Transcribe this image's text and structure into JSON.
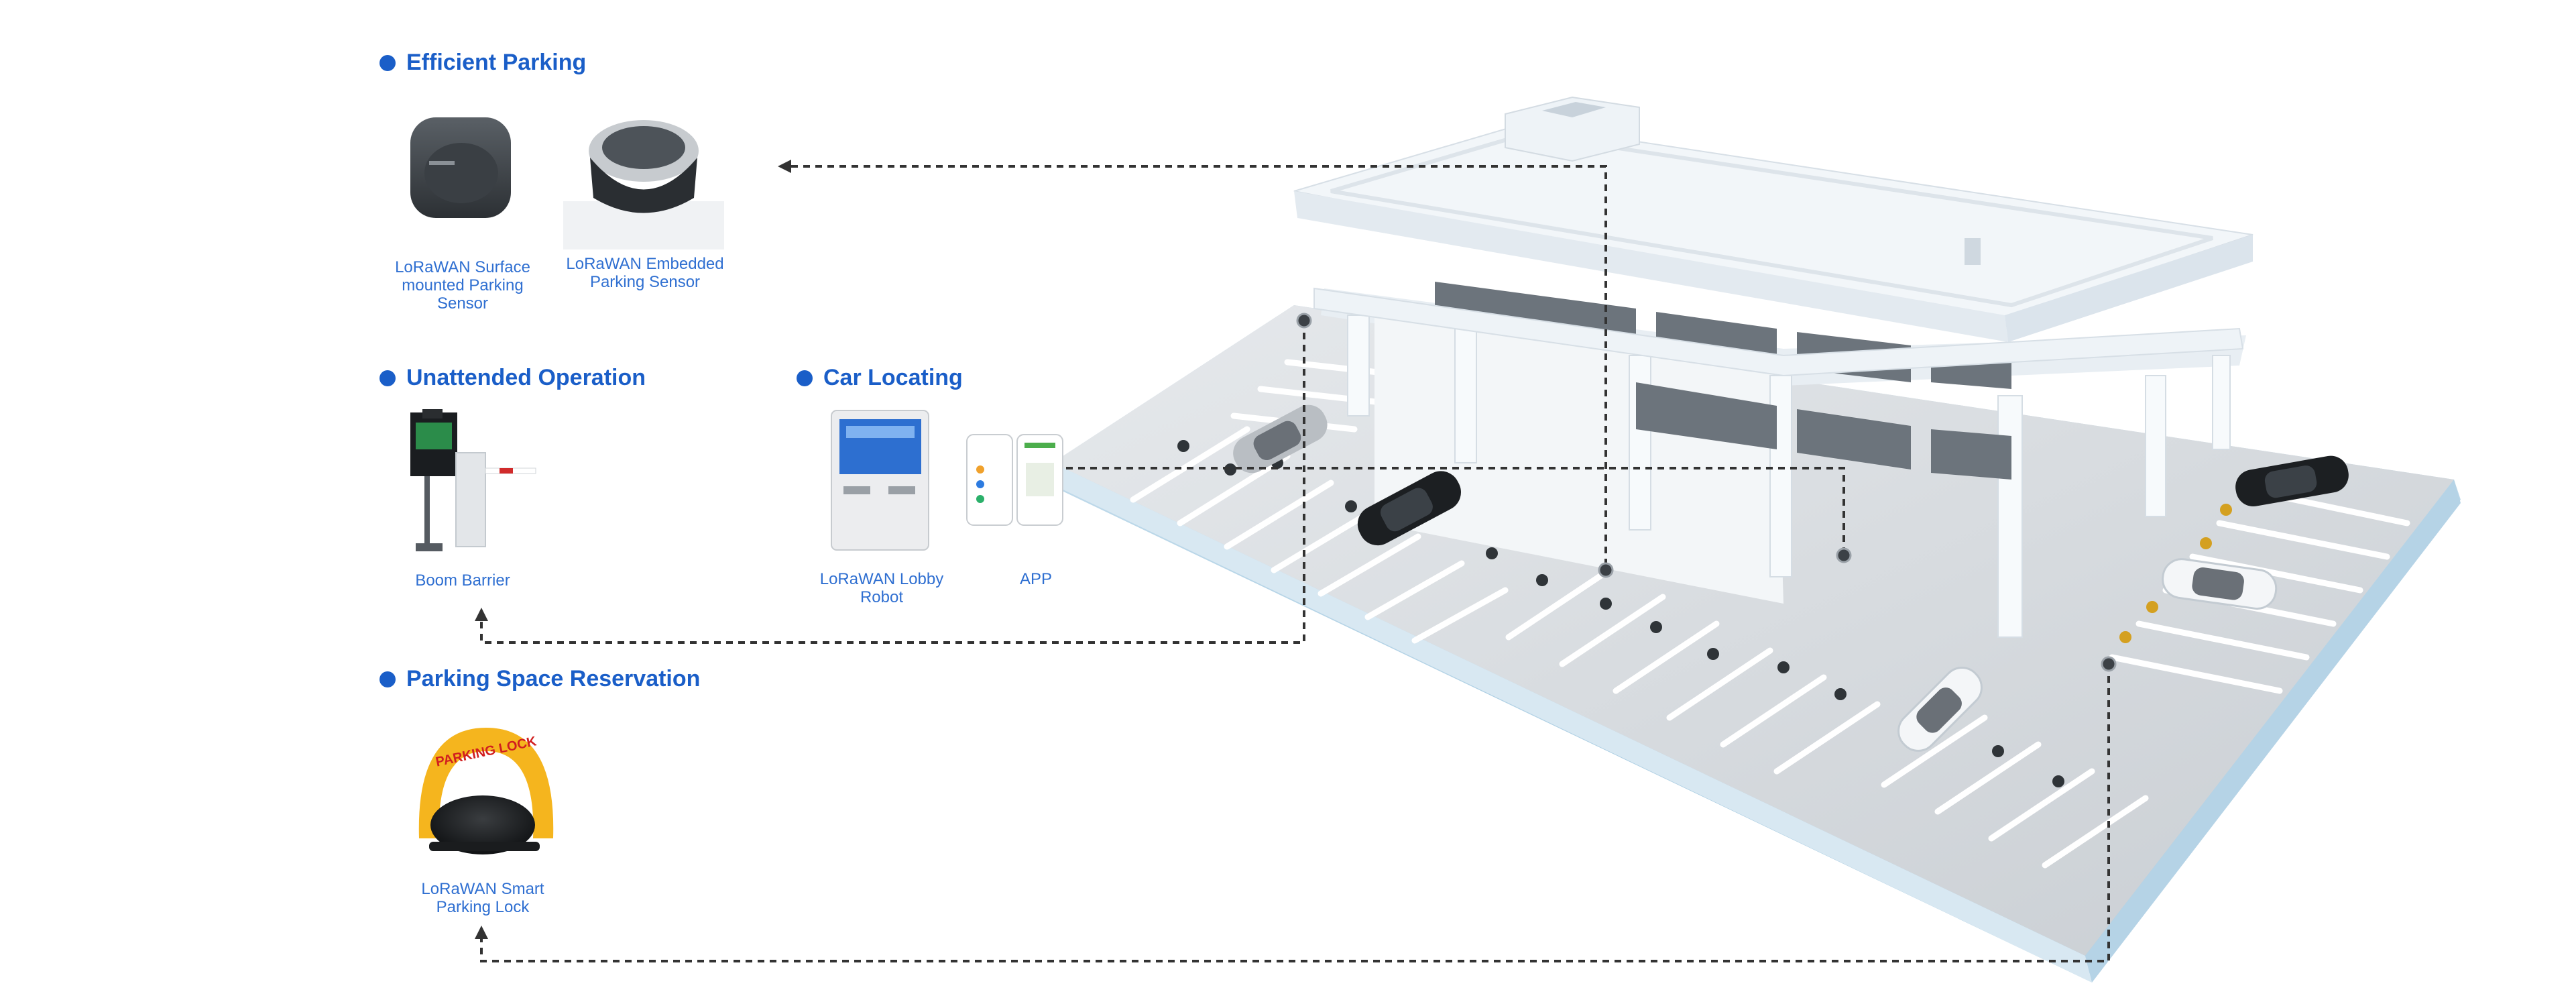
{
  "sections": {
    "efficient_parking": {
      "title": "Efficient Parking",
      "items": [
        {
          "caption": "LoRaWAN Surface mounted Parking Sensor"
        },
        {
          "caption": "LoRaWAN Embedded Parking Sensor"
        }
      ]
    },
    "unattended_operation": {
      "title": "Unattended Operation",
      "items": [
        {
          "caption": "Boom Barrier"
        }
      ]
    },
    "car_locating": {
      "title": "Car Locating",
      "items": [
        {
          "caption": "LoRaWAN Lobby Robot"
        },
        {
          "caption": "APP"
        }
      ]
    },
    "parking_space_reservation": {
      "title": "Parking Space Reservation",
      "items": [
        {
          "caption": "LoRaWAN  Smart Parking Lock"
        }
      ]
    }
  },
  "parking_lock_text": "PARKING LOCK",
  "colors": {
    "accent": "#1a5ec8",
    "caption": "#2f6fd1",
    "connector": "#333333",
    "building": "#f2f6f9",
    "lot": "#d9dee3"
  }
}
